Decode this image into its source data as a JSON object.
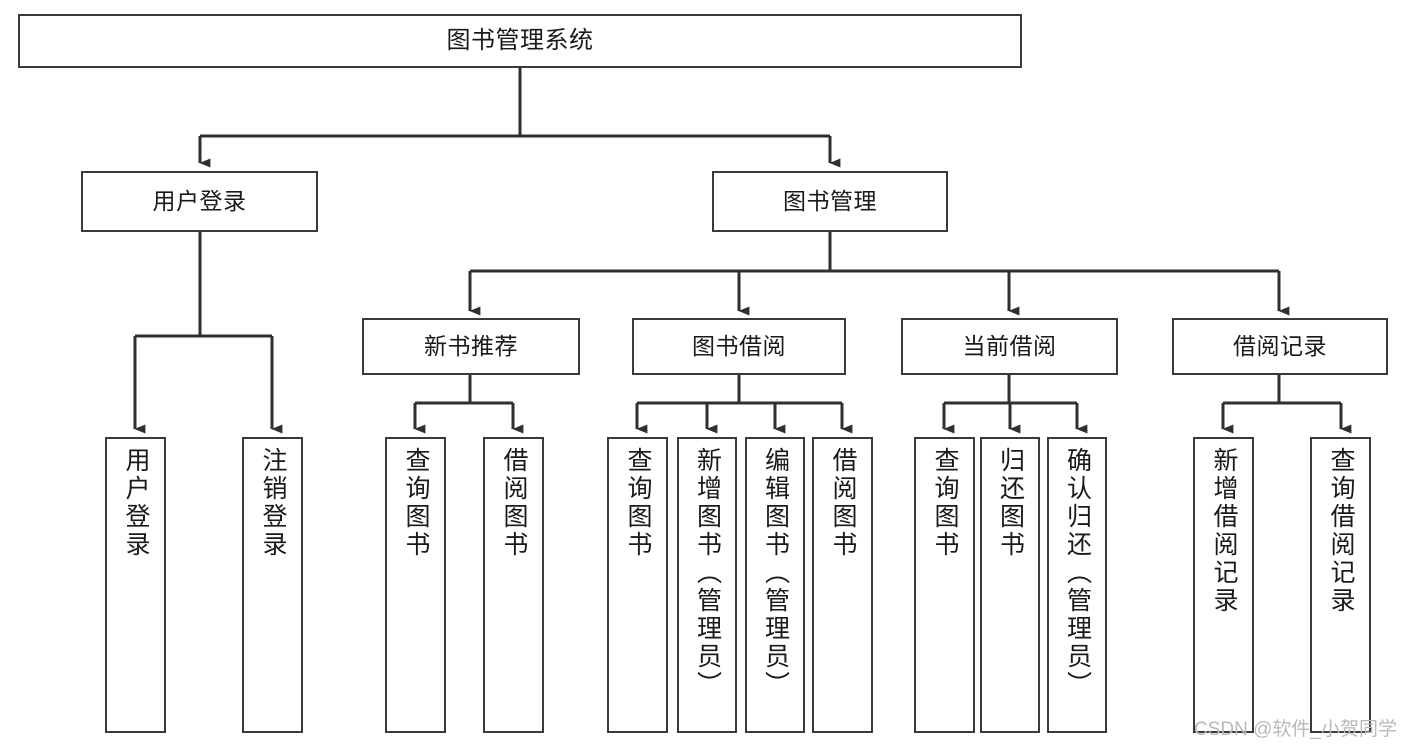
{
  "diagram": {
    "title": "图书管理系统",
    "type": "hierarchy-tree",
    "watermark": "CSDN @软件_小贺同学",
    "style": {
      "box_border_color": "#3a3a3a",
      "box_fill_color": "#ffffff",
      "line_color": "#2f2f2f",
      "text_color": "#1a1a1a",
      "background": "#ffffff",
      "watermark_color": "#b9b9b9"
    },
    "levels": {
      "root": {
        "label": "图书管理系统"
      },
      "level2": [
        {
          "id": "user-login",
          "label": "用户登录"
        },
        {
          "id": "book-manage",
          "label": "图书管理"
        }
      ],
      "level3": [
        {
          "id": "new-book-recommend",
          "label": "新书推荐",
          "parent": "book-manage"
        },
        {
          "id": "book-borrow",
          "label": "图书借阅",
          "parent": "book-manage"
        },
        {
          "id": "current-borrow",
          "label": "当前借阅",
          "parent": "book-manage"
        },
        {
          "id": "borrow-record",
          "label": "借阅记录",
          "parent": "book-manage"
        }
      ],
      "leaves": [
        {
          "id": "leaf-user-login",
          "label": "用户登录",
          "parent": "user-login"
        },
        {
          "id": "leaf-user-logout",
          "label": "注销登录",
          "parent": "user-login"
        },
        {
          "id": "leaf-query-book-1",
          "label": "查询图书",
          "parent": "new-book-recommend"
        },
        {
          "id": "leaf-borrow-book-1",
          "label": "借阅图书",
          "parent": "new-book-recommend"
        },
        {
          "id": "leaf-query-book-2",
          "label": "查询图书",
          "parent": "book-borrow"
        },
        {
          "id": "leaf-add-book",
          "label": "新增图书（管理员）",
          "parent": "book-borrow"
        },
        {
          "id": "leaf-edit-book",
          "label": "编辑图书（管理员）",
          "parent": "book-borrow"
        },
        {
          "id": "leaf-borrow-book-2",
          "label": "借阅图书",
          "parent": "book-borrow"
        },
        {
          "id": "leaf-query-book-3",
          "label": "查询图书",
          "parent": "current-borrow"
        },
        {
          "id": "leaf-return-book",
          "label": "归还图书",
          "parent": "current-borrow"
        },
        {
          "id": "leaf-confirm-return",
          "label": "确认归还（管理员）",
          "parent": "current-borrow"
        },
        {
          "id": "leaf-add-record",
          "label": "新增借阅记录",
          "parent": "borrow-record"
        },
        {
          "id": "leaf-query-record",
          "label": "查询借阅记录",
          "parent": "borrow-record"
        }
      ]
    }
  }
}
